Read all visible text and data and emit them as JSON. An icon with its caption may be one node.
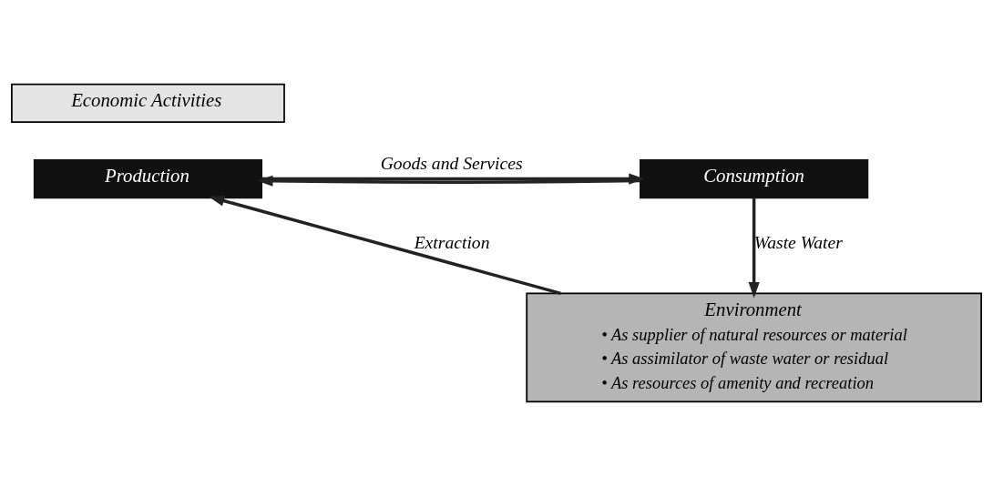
{
  "diagram": {
    "nodes": [
      {
        "text": [
          "Economic Activities"
        ]
      },
      {
        "text": [
          "Production"
        ]
      },
      {
        "text": [
          "Consumption"
        ]
      },
      {
        "text": [
          "Environment",
          "• As supplier of natural resources or material",
          "• As assimilator of waste water or residual",
          "• As resources of amenity and recreation"
        ]
      }
    ],
    "edges": [
      {
        "from": 1,
        "to": 2,
        "arrow": "to",
        "label": "Goods and Services"
      },
      {
        "from": 2,
        "to": 1,
        "arrow": "to"
      },
      {
        "from": 3,
        "to": 1,
        "arrow": "to",
        "label": "Extraction"
      },
      {
        "from": 2,
        "to": 3,
        "arrow": "to",
        "label": "Waste Water"
      }
    ]
  }
}
